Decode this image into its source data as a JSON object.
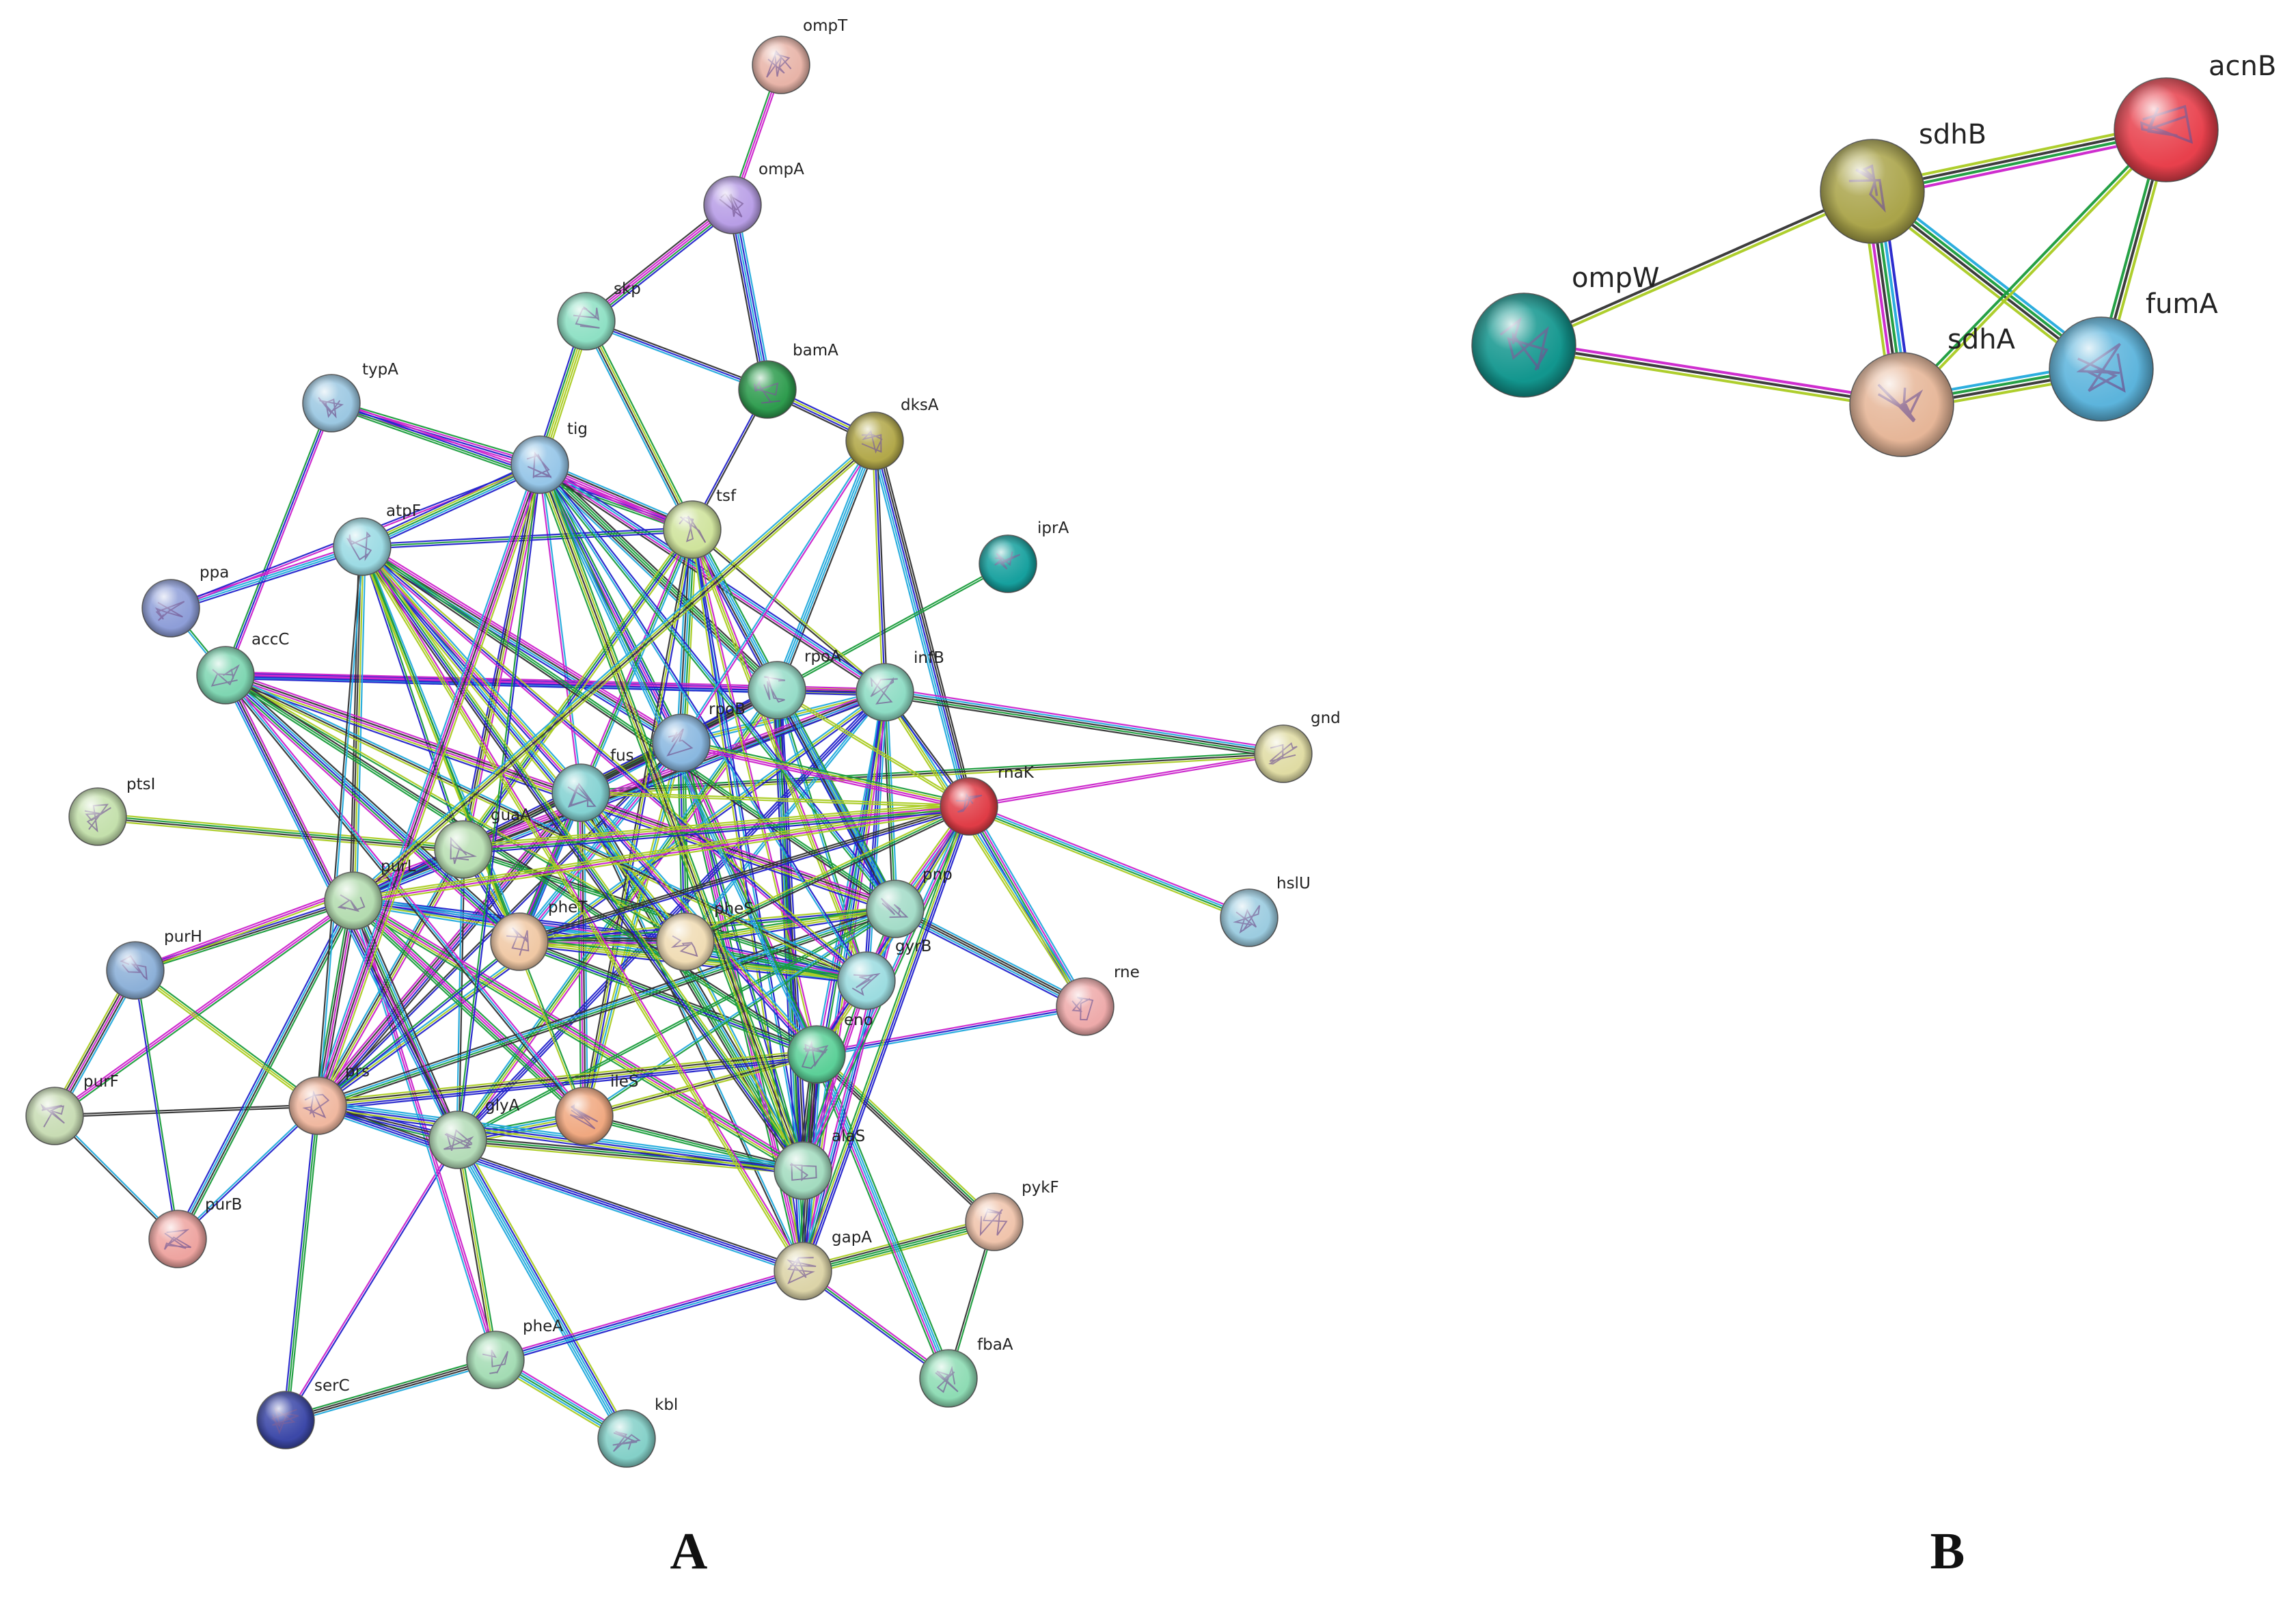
{
  "panels": [
    {
      "id": "A",
      "label": "A",
      "nodes": [
        {
          "name": "ompT",
          "color": "#e8b4a8"
        },
        {
          "name": "ompA",
          "color": "#b89ee6"
        },
        {
          "name": "skp",
          "color": "#8ee0c4"
        },
        {
          "name": "bamA",
          "color": "#2e9c4e"
        },
        {
          "name": "dksA",
          "color": "#b2a84a"
        },
        {
          "name": "typA",
          "color": "#9cc8e2"
        },
        {
          "name": "tig",
          "color": "#96c6e8"
        },
        {
          "name": "tsf",
          "color": "#cfe39c"
        },
        {
          "name": "atpF",
          "color": "#9cdbe4"
        },
        {
          "name": "iprA",
          "color": "#16a09e"
        },
        {
          "name": "ppa",
          "color": "#8e9ed8"
        },
        {
          "name": "accC",
          "color": "#7fd6b2"
        },
        {
          "name": "rpoA",
          "color": "#96dcc8"
        },
        {
          "name": "infB",
          "color": "#8edcc4"
        },
        {
          "name": "rpoB",
          "color": "#8ab8e0"
        },
        {
          "name": "gnd",
          "color": "#e0dca4"
        },
        {
          "name": "fus",
          "color": "#84d2d2"
        },
        {
          "name": "rnaK",
          "color": "#e03c46"
        },
        {
          "name": "ptsI",
          "color": "#c4e0ac"
        },
        {
          "name": "guaA",
          "color": "#bae0b4"
        },
        {
          "name": "purL",
          "color": "#b4dcb0"
        },
        {
          "name": "pnp",
          "color": "#a4dcc8"
        },
        {
          "name": "hslU",
          "color": "#9ccce0"
        },
        {
          "name": "pheT",
          "color": "#f0c8a4"
        },
        {
          "name": "pheS",
          "color": "#f0dcb4"
        },
        {
          "name": "purH",
          "color": "#8cb0d8"
        },
        {
          "name": "gyrB",
          "color": "#9cdce0"
        },
        {
          "name": "rne",
          "color": "#eeaaaa"
        },
        {
          "name": "eno",
          "color": "#5cd098"
        },
        {
          "name": "purF",
          "color": "#c8dcb4"
        },
        {
          "name": "prs",
          "color": "#f0b8a0"
        },
        {
          "name": "ileS",
          "color": "#f0a880"
        },
        {
          "name": "glyA",
          "color": "#b4dcb8"
        },
        {
          "name": "alaS",
          "color": "#a4dcc0"
        },
        {
          "name": "pykF",
          "color": "#f0c4ac"
        },
        {
          "name": "purB",
          "color": "#eea4a0"
        },
        {
          "name": "gapA",
          "color": "#dcd4a8"
        },
        {
          "name": "pheA",
          "color": "#a4dcb4"
        },
        {
          "name": "fbaA",
          "color": "#8edcb4"
        },
        {
          "name": "serC",
          "color": "#3c48a8"
        },
        {
          "name": "kbl",
          "color": "#84d0c8"
        }
      ]
    },
    {
      "id": "B",
      "label": "B",
      "nodes": [
        {
          "name": "acnB",
          "color": "#e8404c"
        },
        {
          "name": "sdhB",
          "color": "#aaa44a"
        },
        {
          "name": "ompW",
          "color": "#12968e"
        },
        {
          "name": "fumA",
          "color": "#5cb4dc"
        },
        {
          "name": "sdhA",
          "color": "#e6b698"
        }
      ],
      "edges": [
        {
          "source": "sdhB",
          "target": "acnB",
          "colors": [
            "#aacc22",
            "#333333",
            "#1a9c3c",
            "#cc22cc"
          ]
        },
        {
          "source": "sdhB",
          "target": "ompW",
          "colors": [
            "#aacc22",
            "#333333"
          ]
        },
        {
          "source": "sdhB",
          "target": "sdhA",
          "colors": [
            "#2222cc",
            "#22aadd",
            "#1a9c3c",
            "#333333",
            "#cc22cc",
            "#aacc22"
          ]
        },
        {
          "source": "sdhB",
          "target": "fumA",
          "colors": [
            "#22aadd",
            "#1a9c3c",
            "#333333",
            "#aacc22"
          ]
        },
        {
          "source": "acnB",
          "target": "fumA",
          "colors": [
            "#aacc22",
            "#333333",
            "#1a9c3c"
          ]
        },
        {
          "source": "acnB",
          "target": "sdhA",
          "colors": [
            "#aacc22",
            "#1a9c3c"
          ]
        },
        {
          "source": "ompW",
          "target": "sdhA",
          "colors": [
            "#cc22cc",
            "#333333",
            "#aacc22"
          ]
        },
        {
          "source": "sdhA",
          "target": "fumA",
          "colors": [
            "#22aadd",
            "#1a9c3c",
            "#333333",
            "#aacc22"
          ]
        }
      ]
    }
  ],
  "edge_palette": [
    "#1a9c3c",
    "#333333",
    "#cc22cc",
    "#aacc22",
    "#22aadd",
    "#2222cc"
  ]
}
